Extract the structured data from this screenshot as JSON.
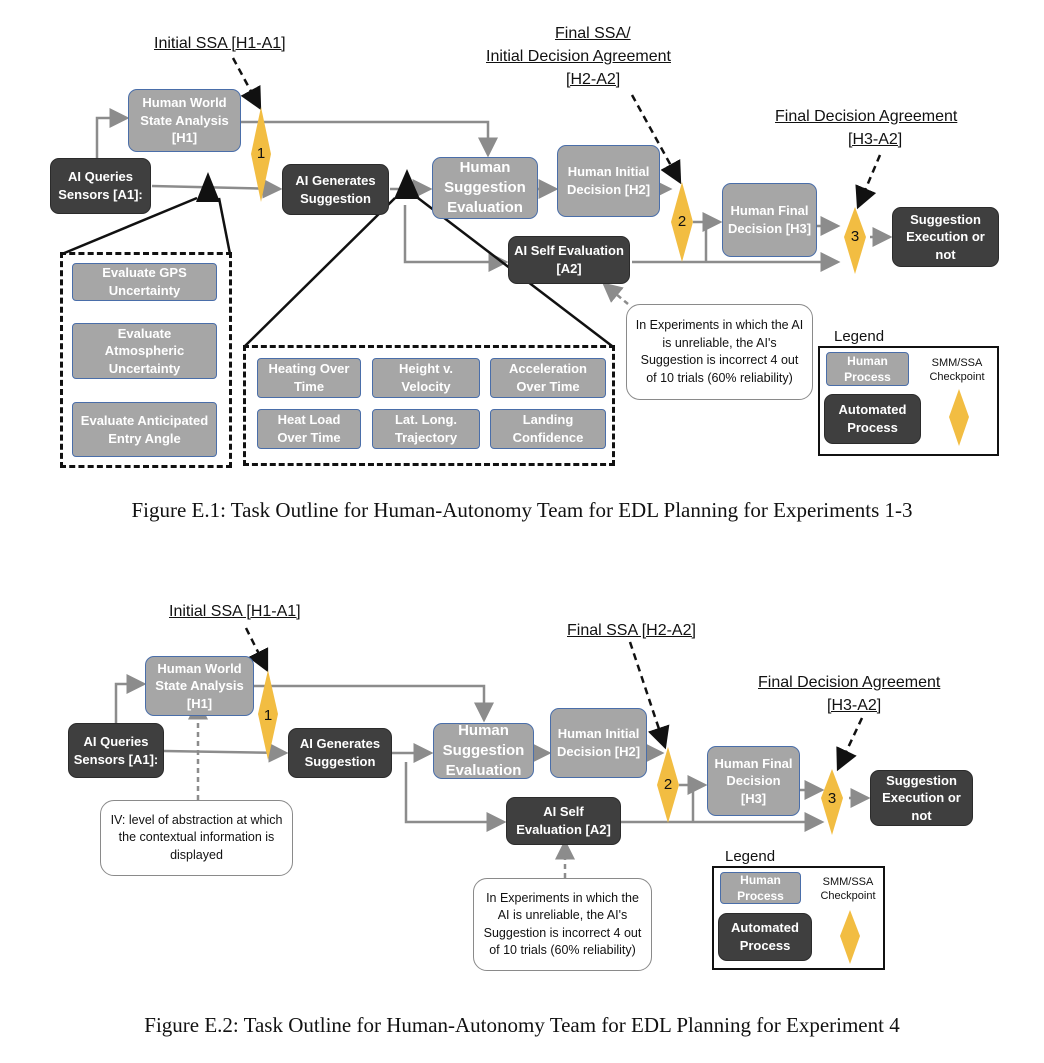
{
  "fig1": {
    "labels": {
      "initial_ssa": "Initial SSA [H1-A1]",
      "final_ssa_l1": "Final SSA/",
      "final_ssa_l2": "Initial Decision Agreement",
      "final_ssa_l3": "[H2-A2]",
      "final_decision_l1": "Final Decision Agreement",
      "final_decision_l2": "[H3-A2]"
    },
    "nodes": {
      "ai_queries": "AI Queries Sensors [A1]:",
      "world_state": "Human World State Analysis [H1]",
      "ai_generates": "AI Generates Suggestion",
      "suggestion_eval": "Human Suggestion Evaluation",
      "initial_decision": "Human Initial Decision [H2]",
      "ai_self_eval": "AI Self Evaluation [A2]",
      "final_decision": "Human Final Decision [H3]",
      "execution": "Suggestion Execution or not"
    },
    "checkpoints": [
      "1",
      "2",
      "3"
    ],
    "sensor_cues": [
      "Evaluate GPS Uncertainty",
      "Evaluate Atmospheric Uncertainty",
      "Evaluate Anticipated Entry Angle"
    ],
    "suggestion_cues": [
      "Heating Over Time",
      "Height v. Velocity",
      "Acceleration Over Time",
      "Heat Load Over Time",
      "Lat. Long. Trajectory",
      "Landing Confidence"
    ],
    "unreliable_note": "In Experiments in which the AI is unreliable, the AI's Suggestion is incorrect 4 out of 10 trials (60% reliability)",
    "legend": {
      "title": "Legend",
      "human": "Human Process",
      "automated": "Automated Process",
      "checkpoint": "SMM/SSA Checkpoint"
    },
    "caption": "Figure E.1: Task Outline for Human-Autonomy Team for EDL Planning for Experiments 1-3"
  },
  "fig2": {
    "labels": {
      "initial_ssa": "Initial SSA [H1-A1]",
      "final_ssa": "Final SSA [H2-A2]",
      "final_decision_l1": "Final Decision Agreement",
      "final_decision_l2": "[H3-A2]"
    },
    "nodes": {
      "ai_queries": "AI Queries Sensors [A1]:",
      "world_state": "Human World State Analysis [H1]",
      "ai_generates": "AI Generates Suggestion",
      "suggestion_eval": "Human Suggestion Evaluation",
      "initial_decision": "Human Initial Decision [H2]",
      "ai_self_eval": "AI Self Evaluation [A2]",
      "final_decision": "Human Final Decision [H3]",
      "execution": "Suggestion Execution or not"
    },
    "checkpoints": [
      "1",
      "2",
      "3"
    ],
    "iv_note": "IV: level of abstraction at which the contextual information is displayed",
    "unreliable_note": "In Experiments in which the AI is unreliable, the AI's Suggestion is incorrect 4 out of 10 trials (60% reliability)",
    "legend": {
      "title": "Legend",
      "human": "Human Process",
      "automated": "Automated Process",
      "checkpoint": "SMM/SSA Checkpoint"
    },
    "caption": "Figure E.2: Task Outline for Human-Autonomy Team for EDL Planning for Experiment 4"
  },
  "colors": {
    "human_fill": "#a6a6a6",
    "human_border": "#4a6ea9",
    "automated_fill": "#3f3f3f",
    "checkpoint": "#f2bd42",
    "connector": "#8c8c8c"
  }
}
